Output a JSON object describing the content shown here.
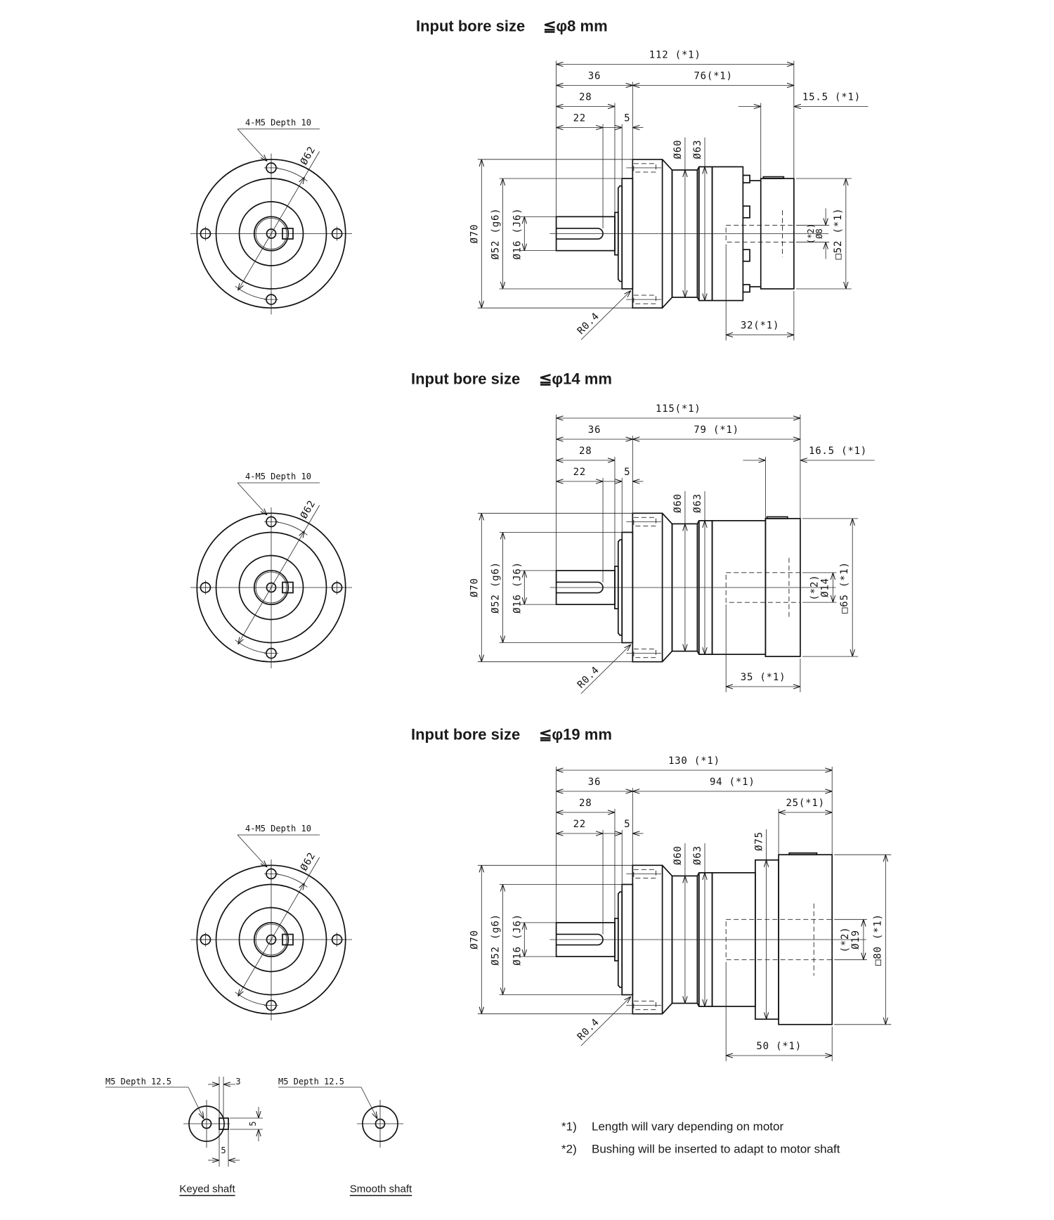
{
  "sections": [
    {
      "title": "Input bore size",
      "bore_limit": "≦φ8 mm",
      "front": {
        "tap_label": "4-M5 Depth 10",
        "pcd_label": "Ø62"
      },
      "side": {
        "overall": "112 (*1)",
        "flange_len": "36",
        "body_len": "76(*1)",
        "l28": "28",
        "l22": "22",
        "l5": "5",
        "motor_flange": "15.5 (*1)",
        "bore_depth": "32(*1)",
        "d70": "Ø70",
        "d52": "Ø52 (g6)",
        "d16": "Ø16 (J6)",
        "d60": "Ø60",
        "d63": "Ø63",
        "bore_note": "(*2)",
        "bore": "Ø8",
        "square": "□52 (*1)",
        "radius": "R0.4"
      }
    },
    {
      "title": "Input bore size",
      "bore_limit": "≦φ14 mm",
      "front": {
        "tap_label": "4-M5 Depth 10",
        "pcd_label": "Ø62"
      },
      "side": {
        "overall": "115(*1)",
        "flange_len": "36",
        "body_len": "79 (*1)",
        "l28": "28",
        "l22": "22",
        "l5": "5",
        "motor_flange": "16.5 (*1)",
        "bore_depth": "35 (*1)",
        "d70": "Ø70",
        "d52": "Ø52 (g6)",
        "d16": "Ø16 (J6)",
        "d60": "Ø60",
        "d63": "Ø63",
        "bore_note": "(*2)",
        "bore": "Ø14",
        "square": "□65 (*1)",
        "radius": "R0.4"
      }
    },
    {
      "title": "Input bore size",
      "bore_limit": "≦φ19 mm",
      "front": {
        "tap_label": "4-M5 Depth 10",
        "pcd_label": "Ø62"
      },
      "side": {
        "overall": "130 (*1)",
        "flange_len": "36",
        "body_len": "94 (*1)",
        "l28": "28",
        "l22": "22",
        "l5": "5",
        "motor_flange": "25(*1)",
        "bore_depth": "50 (*1)",
        "d70": "Ø70",
        "d52": "Ø52 (g6)",
        "d16": "Ø16 (J6)",
        "d60": "Ø60",
        "d63": "Ø63",
        "d75": "Ø75",
        "bore_note": "(*2)",
        "bore": "Ø19",
        "square": "□80 (*1)",
        "radius": "R0.4"
      }
    }
  ],
  "shaft_options": [
    {
      "label": "Keyed shaft",
      "tap": "M5 Depth 12.5",
      "key_width": "3",
      "key_height": "5",
      "key_depth": "5"
    },
    {
      "label": "Smooth shaft",
      "tap": "M5 Depth 12.5"
    }
  ],
  "notes": [
    {
      "mark": "*1)",
      "text": "Length will vary depending on motor"
    },
    {
      "mark": "*2)",
      "text": "Bushing will be inserted to adapt to motor shaft"
    }
  ]
}
